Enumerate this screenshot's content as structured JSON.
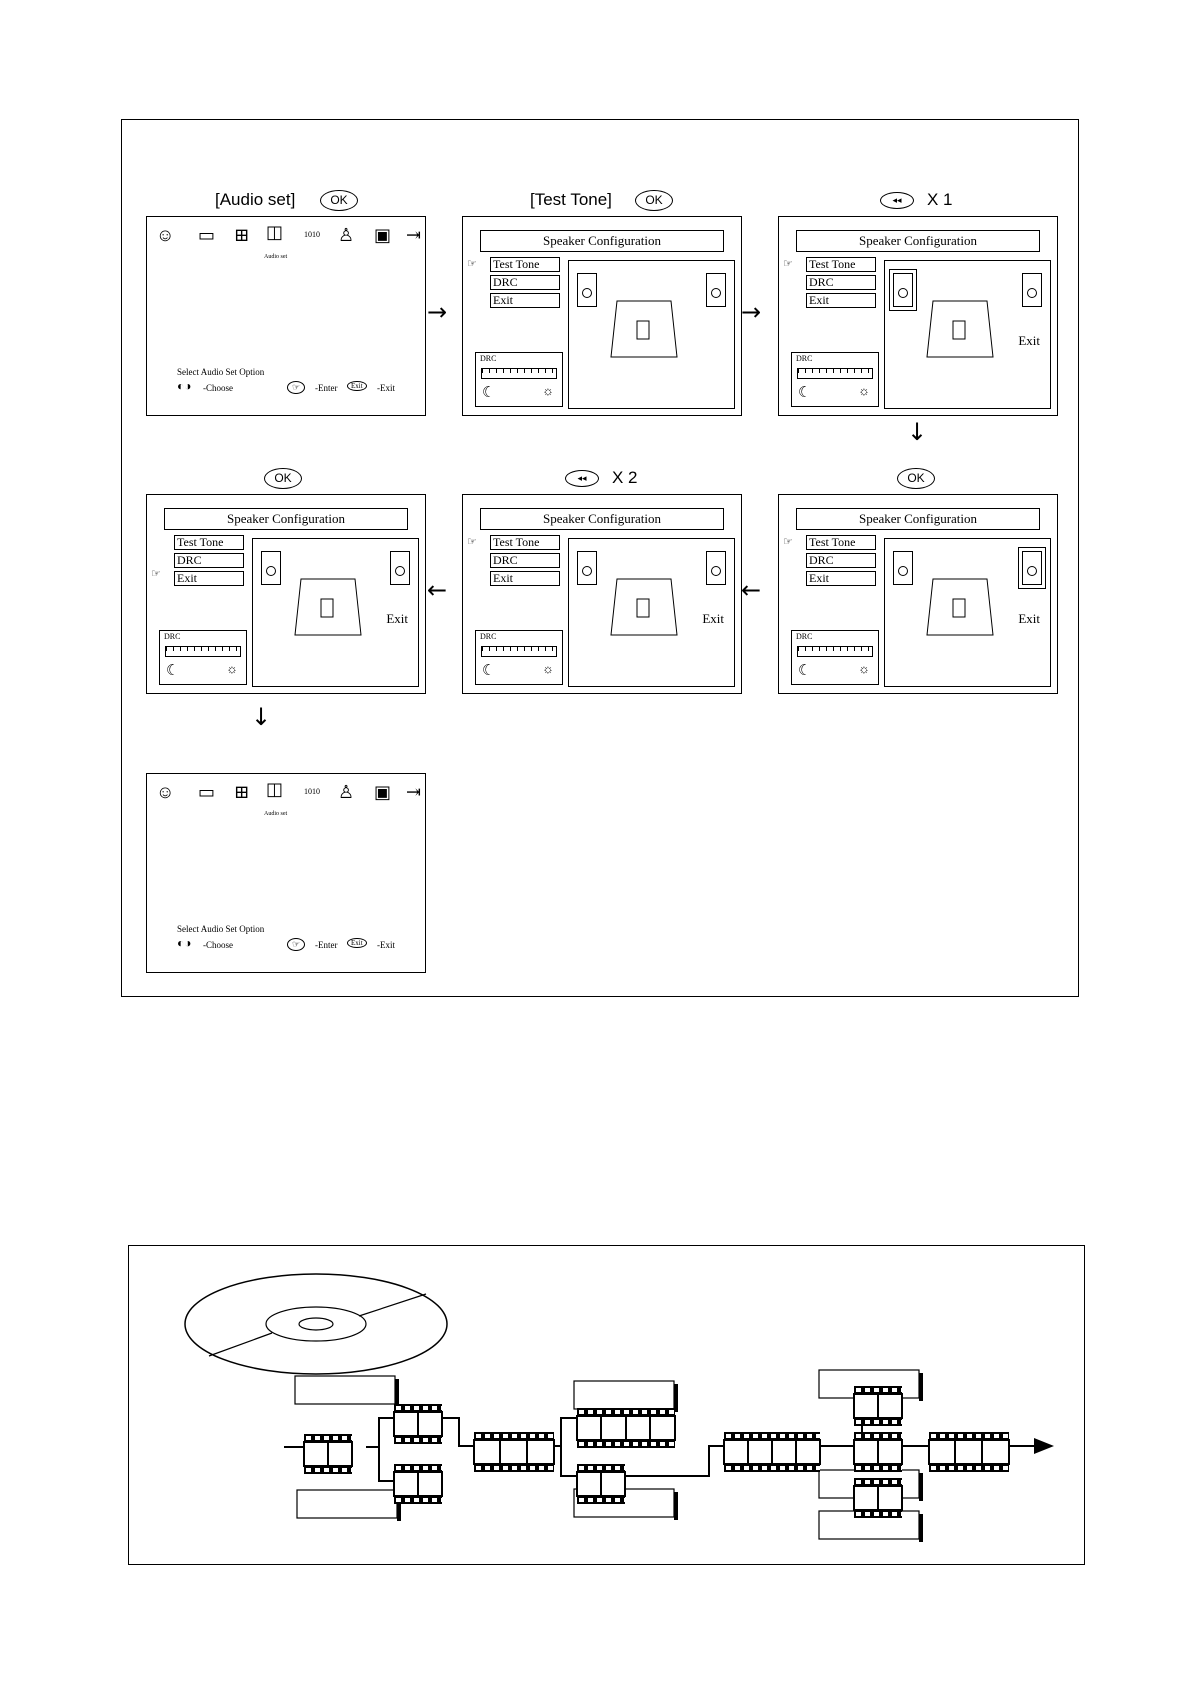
{
  "flow": {
    "step1_label": "[Audio set]",
    "step2_label": "[Test Tone]",
    "step3_label": "X 1",
    "step5_label": "X 2",
    "ok": "OK",
    "rev": "◂◂"
  },
  "main_menu": {
    "icon_label": "Audio set",
    "num_label": "1010",
    "prompt": "Select Audio Set Option",
    "choose": "-Choose",
    "enter": "-Enter",
    "exit_key": "Exit",
    "exit": "-Exit"
  },
  "speaker_screen": {
    "title": "Speaker Configuration",
    "items": [
      "Test Tone",
      "DRC",
      "Exit"
    ],
    "drc_label": "DRC",
    "exit_label": "Exit"
  }
}
